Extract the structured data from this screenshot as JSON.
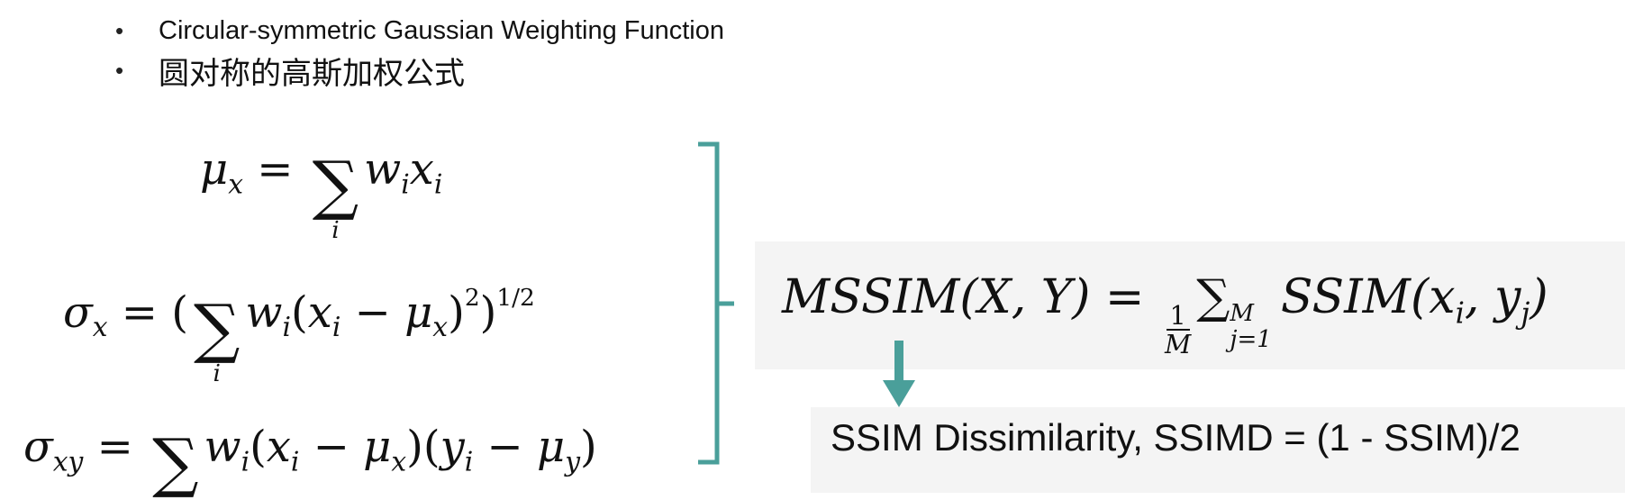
{
  "bullets": [
    "Circular-symmetric Gaussian Weighting Function",
    "圆对称的高斯加权公式"
  ],
  "equations": {
    "mu_x": "μx = Σi wi xi",
    "sigma_x": "σx = (Σi wi(xi − μx)²)^1/2",
    "sigma_xy": "σxy = Σ wi(xi − μx)(yi − μy)",
    "mssim": "MSSIM(X, Y) = 1/M Σ_{j=1}^{M} SSIM(xi, yj)"
  },
  "definition": "SSIM Dissimilarity, SSIMD = (1 - SSIM)/2",
  "colors": {
    "accent": "#4a9f9a",
    "panel": "#f4f4f4",
    "text": "#111111"
  }
}
